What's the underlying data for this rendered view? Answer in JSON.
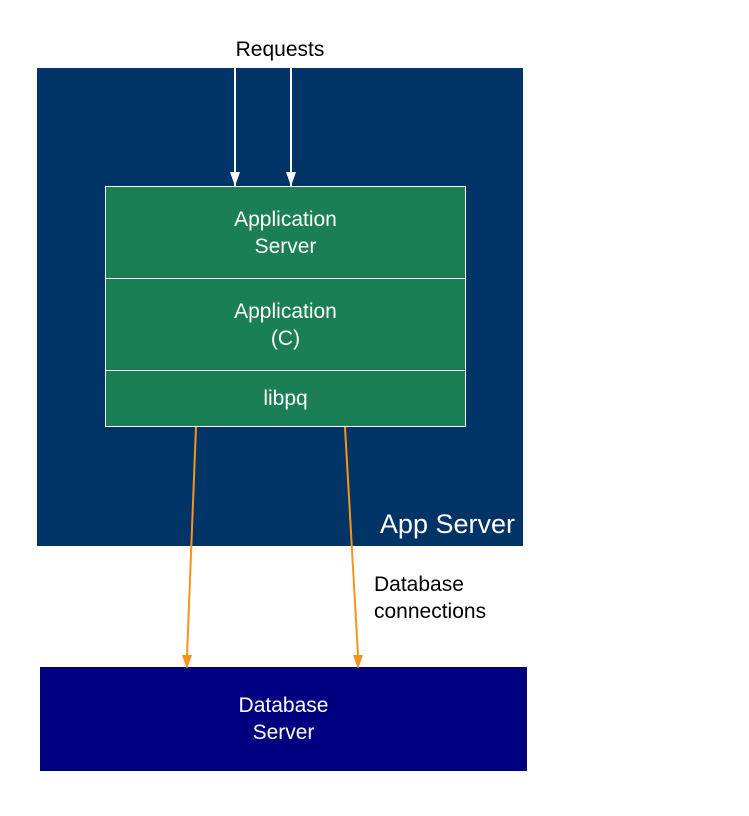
{
  "requests_label": "Requests",
  "app_server": {
    "label": "App Server",
    "color": "#003366"
  },
  "stack": {
    "color": "#1a7f54",
    "layers": [
      {
        "label": "Application\nServer"
      },
      {
        "label": "Application\n(C)"
      },
      {
        "label": "libpq"
      }
    ]
  },
  "connections_label": "Database\nconnections",
  "database_server": {
    "label": "Database\nServer",
    "color": "#000080"
  },
  "edge_colors": {
    "requests": "#ffffff",
    "connections": "#f7941d"
  }
}
